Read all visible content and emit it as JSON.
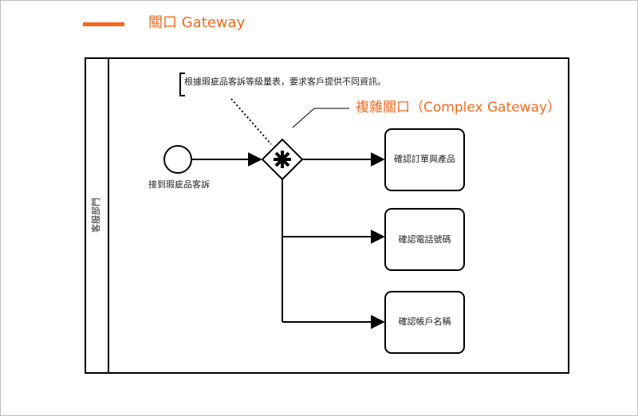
{
  "title": "關口 Gateway",
  "accent_color": "#f26b1d",
  "pool": {
    "lane_label": "客服部門"
  },
  "annotation": {
    "text": "根據瑕疵品客訴等級量表，要求客戶提供不同資訊。"
  },
  "callout": {
    "label": "複雜關口（Complex Gateway）"
  },
  "start_event": {
    "label": "接到瑕疵品客訴"
  },
  "gateway": {
    "type": "complex",
    "icon": "asterisk-icon"
  },
  "tasks": [
    {
      "label": "確認訂單與產品"
    },
    {
      "label": "確認電話號碼"
    },
    {
      "label": "確認帳戶名稱"
    }
  ]
}
